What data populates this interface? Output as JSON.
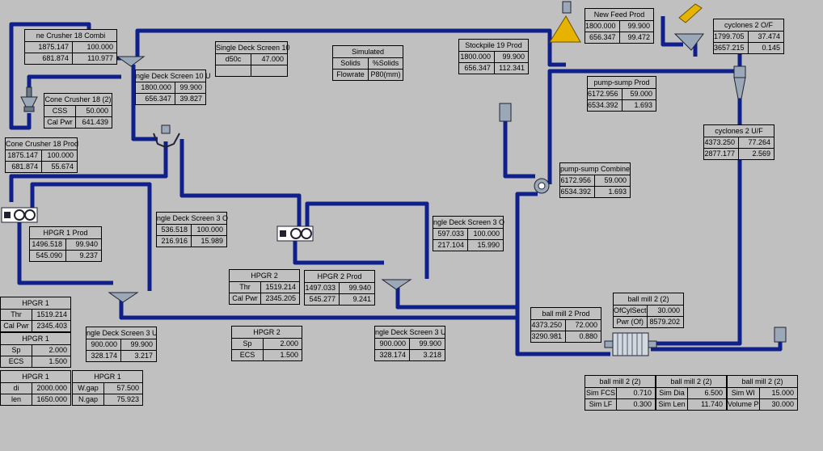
{
  "boxes": [
    {
      "id": "cone-crusher-18-combi",
      "title": "ne Crusher 18 Combi",
      "rows": [
        [
          "1875.147",
          "100.000"
        ],
        [
          "681.874",
          "110.977"
        ]
      ]
    },
    {
      "id": "single-deck-screen-10u",
      "title": "ngle Deck Screen 10 U",
      "rows": [
        [
          "1800.000",
          "99.900"
        ],
        [
          "656.347",
          "39.827"
        ]
      ]
    },
    {
      "id": "single-deck-screen-10-d50",
      "title": "Single Deck Screen 10",
      "rows": [
        [
          "d50c",
          "47.000"
        ],
        [
          "",
          ""
        ]
      ]
    },
    {
      "id": "simulated",
      "title": "Simulated",
      "rows": [
        [
          "Solids",
          "%Solids"
        ],
        [
          "Flowrate",
          "P80(mm)"
        ]
      ]
    },
    {
      "id": "stockpile-19-prod",
      "title": "Stockpile 19 Prod",
      "rows": [
        [
          "1800.000",
          "99.900"
        ],
        [
          "656.347",
          "112.341"
        ]
      ]
    },
    {
      "id": "new-feed-prod",
      "title": "New Feed Prod",
      "rows": [
        [
          "1800.000",
          "99.900"
        ],
        [
          "656.347",
          "99.472"
        ]
      ]
    },
    {
      "id": "cyclones-2-of",
      "title": "cyclones 2 O/F",
      "rows": [
        [
          "1799.705",
          "37.474"
        ],
        [
          "3657.215",
          "0.145"
        ]
      ]
    },
    {
      "id": "cone-crusher-18-2",
      "title": "Cone Crusher 18 (2)",
      "rows": [
        [
          "CSS",
          "50.000"
        ],
        [
          "Cal Pwr",
          "641.439"
        ]
      ]
    },
    {
      "id": "pump-sump-prod",
      "title": "pump-sump Prod",
      "rows": [
        [
          "6172.956",
          "59.000"
        ],
        [
          "6534.392",
          "1.693"
        ]
      ]
    },
    {
      "id": "cone-crusher-18-prod",
      "title": "Cone Crusher 18 Prod",
      "rows": [
        [
          "1875.147",
          "100.000"
        ],
        [
          "681.874",
          "55.674"
        ]
      ]
    },
    {
      "id": "cyclones-2-uf",
      "title": "cyclones 2 U/F",
      "rows": [
        [
          "4373.250",
          "77.264"
        ],
        [
          "2877.177",
          "2.569"
        ]
      ]
    },
    {
      "id": "pump-sump-combine",
      "title": "pump-sump Combine",
      "rows": [
        [
          "6172.956",
          "59.000"
        ],
        [
          "6534.392",
          "1.693"
        ]
      ]
    },
    {
      "id": "single-deck-screen-3o-a",
      "title": "ngle Deck Screen 3 O",
      "rows": [
        [
          "536.518",
          "100.000"
        ],
        [
          "216.916",
          "15.989"
        ]
      ]
    },
    {
      "id": "single-deck-screen-3o-b",
      "title": "ngle Deck Screen 3 O",
      "rows": [
        [
          "597.033",
          "100.000"
        ],
        [
          "217.104",
          "15.990"
        ]
      ]
    },
    {
      "id": "hpgr-1-prod",
      "title": "HPGR 1 Prod",
      "rows": [
        [
          "1496.518",
          "99.940"
        ],
        [
          "545.090",
          "9.237"
        ]
      ]
    },
    {
      "id": "hpgr-2",
      "title": "HPGR 2",
      "rows": [
        [
          "Thr",
          "1519.214"
        ],
        [
          "Cal Pwr",
          "2345.205"
        ]
      ]
    },
    {
      "id": "hpgr-2-prod",
      "title": "HPGR 2 Prod",
      "rows": [
        [
          "1497.033",
          "99.940"
        ],
        [
          "545.277",
          "9.241"
        ]
      ]
    },
    {
      "id": "ball-mill-2-2-a",
      "title": "ball mill 2 (2)",
      "rows": [
        [
          "OfCylSect",
          "30.000"
        ],
        [
          "Pwr (Of)",
          "8579.202"
        ]
      ]
    },
    {
      "id": "ball-mill-2-prod",
      "title": "ball mill 2 Prod",
      "rows": [
        [
          "4373.250",
          "72.000"
        ],
        [
          "3290.981",
          "0.880"
        ]
      ]
    },
    {
      "id": "hpgr-1-thr",
      "title": "HPGR 1",
      "rows": [
        [
          "Thr",
          "1519.214"
        ],
        [
          "Cal Pwr",
          "2345.403"
        ]
      ]
    },
    {
      "id": "hpgr-1-sp",
      "title": "HPGR 1",
      "rows": [
        [
          "Sp",
          "2.000"
        ],
        [
          "ECS",
          "1.500"
        ]
      ]
    },
    {
      "id": "single-deck-screen-3u-a",
      "title": "ngle Deck Screen 3 U",
      "rows": [
        [
          "900.000",
          "99.900"
        ],
        [
          "328.174",
          "3.217"
        ]
      ]
    },
    {
      "id": "hpgr-2-sp",
      "title": "HPGR 2",
      "rows": [
        [
          "Sp",
          "2.000"
        ],
        [
          "ECS",
          "1.500"
        ]
      ]
    },
    {
      "id": "single-deck-screen-3u-b",
      "title": "ngle Deck Screen 3 U",
      "rows": [
        [
          "900.000",
          "99.900"
        ],
        [
          "328.174",
          "3.218"
        ]
      ]
    },
    {
      "id": "hpgr-1-di",
      "title": "HPGR 1",
      "rows": [
        [
          "di",
          "2000.000"
        ],
        [
          "len",
          "1650.000"
        ]
      ]
    },
    {
      "id": "hpgr-1-gap",
      "title": "HPGR 1",
      "rows": [
        [
          "W.gap",
          "57.500"
        ],
        [
          "N.gap",
          "75.923"
        ]
      ]
    },
    {
      "id": "ball-mill-2-2-fcs",
      "title": "ball mill 2 (2)",
      "rows": [
        [
          "Sim FCS",
          "0.710"
        ],
        [
          "Sim LF",
          "0.300"
        ]
      ]
    },
    {
      "id": "ball-mill-2-2-dia",
      "title": "ball mill 2 (2)",
      "rows": [
        [
          "Sim Dia",
          "6.500"
        ],
        [
          "Sim Len",
          "11.740"
        ]
      ]
    },
    {
      "id": "ball-mill-2-2-wi",
      "title": "ball mill 2 (2)",
      "rows": [
        [
          "Sim WI",
          "15.000"
        ],
        [
          "Volume P",
          "30.000"
        ]
      ]
    }
  ],
  "colors": {
    "background": "#c0c0c0",
    "pipe_outer": "#10208a",
    "pipe_inner": "#ffffff",
    "feed": "#d4a000"
  },
  "icons": [
    "cone-crusher-icon",
    "screen-icon",
    "splitter-icon",
    "hpgr-roller-icon",
    "stockpile-icon",
    "feeder-icon",
    "cyclone-icon",
    "pump-icon",
    "ball-mill-icon"
  ]
}
